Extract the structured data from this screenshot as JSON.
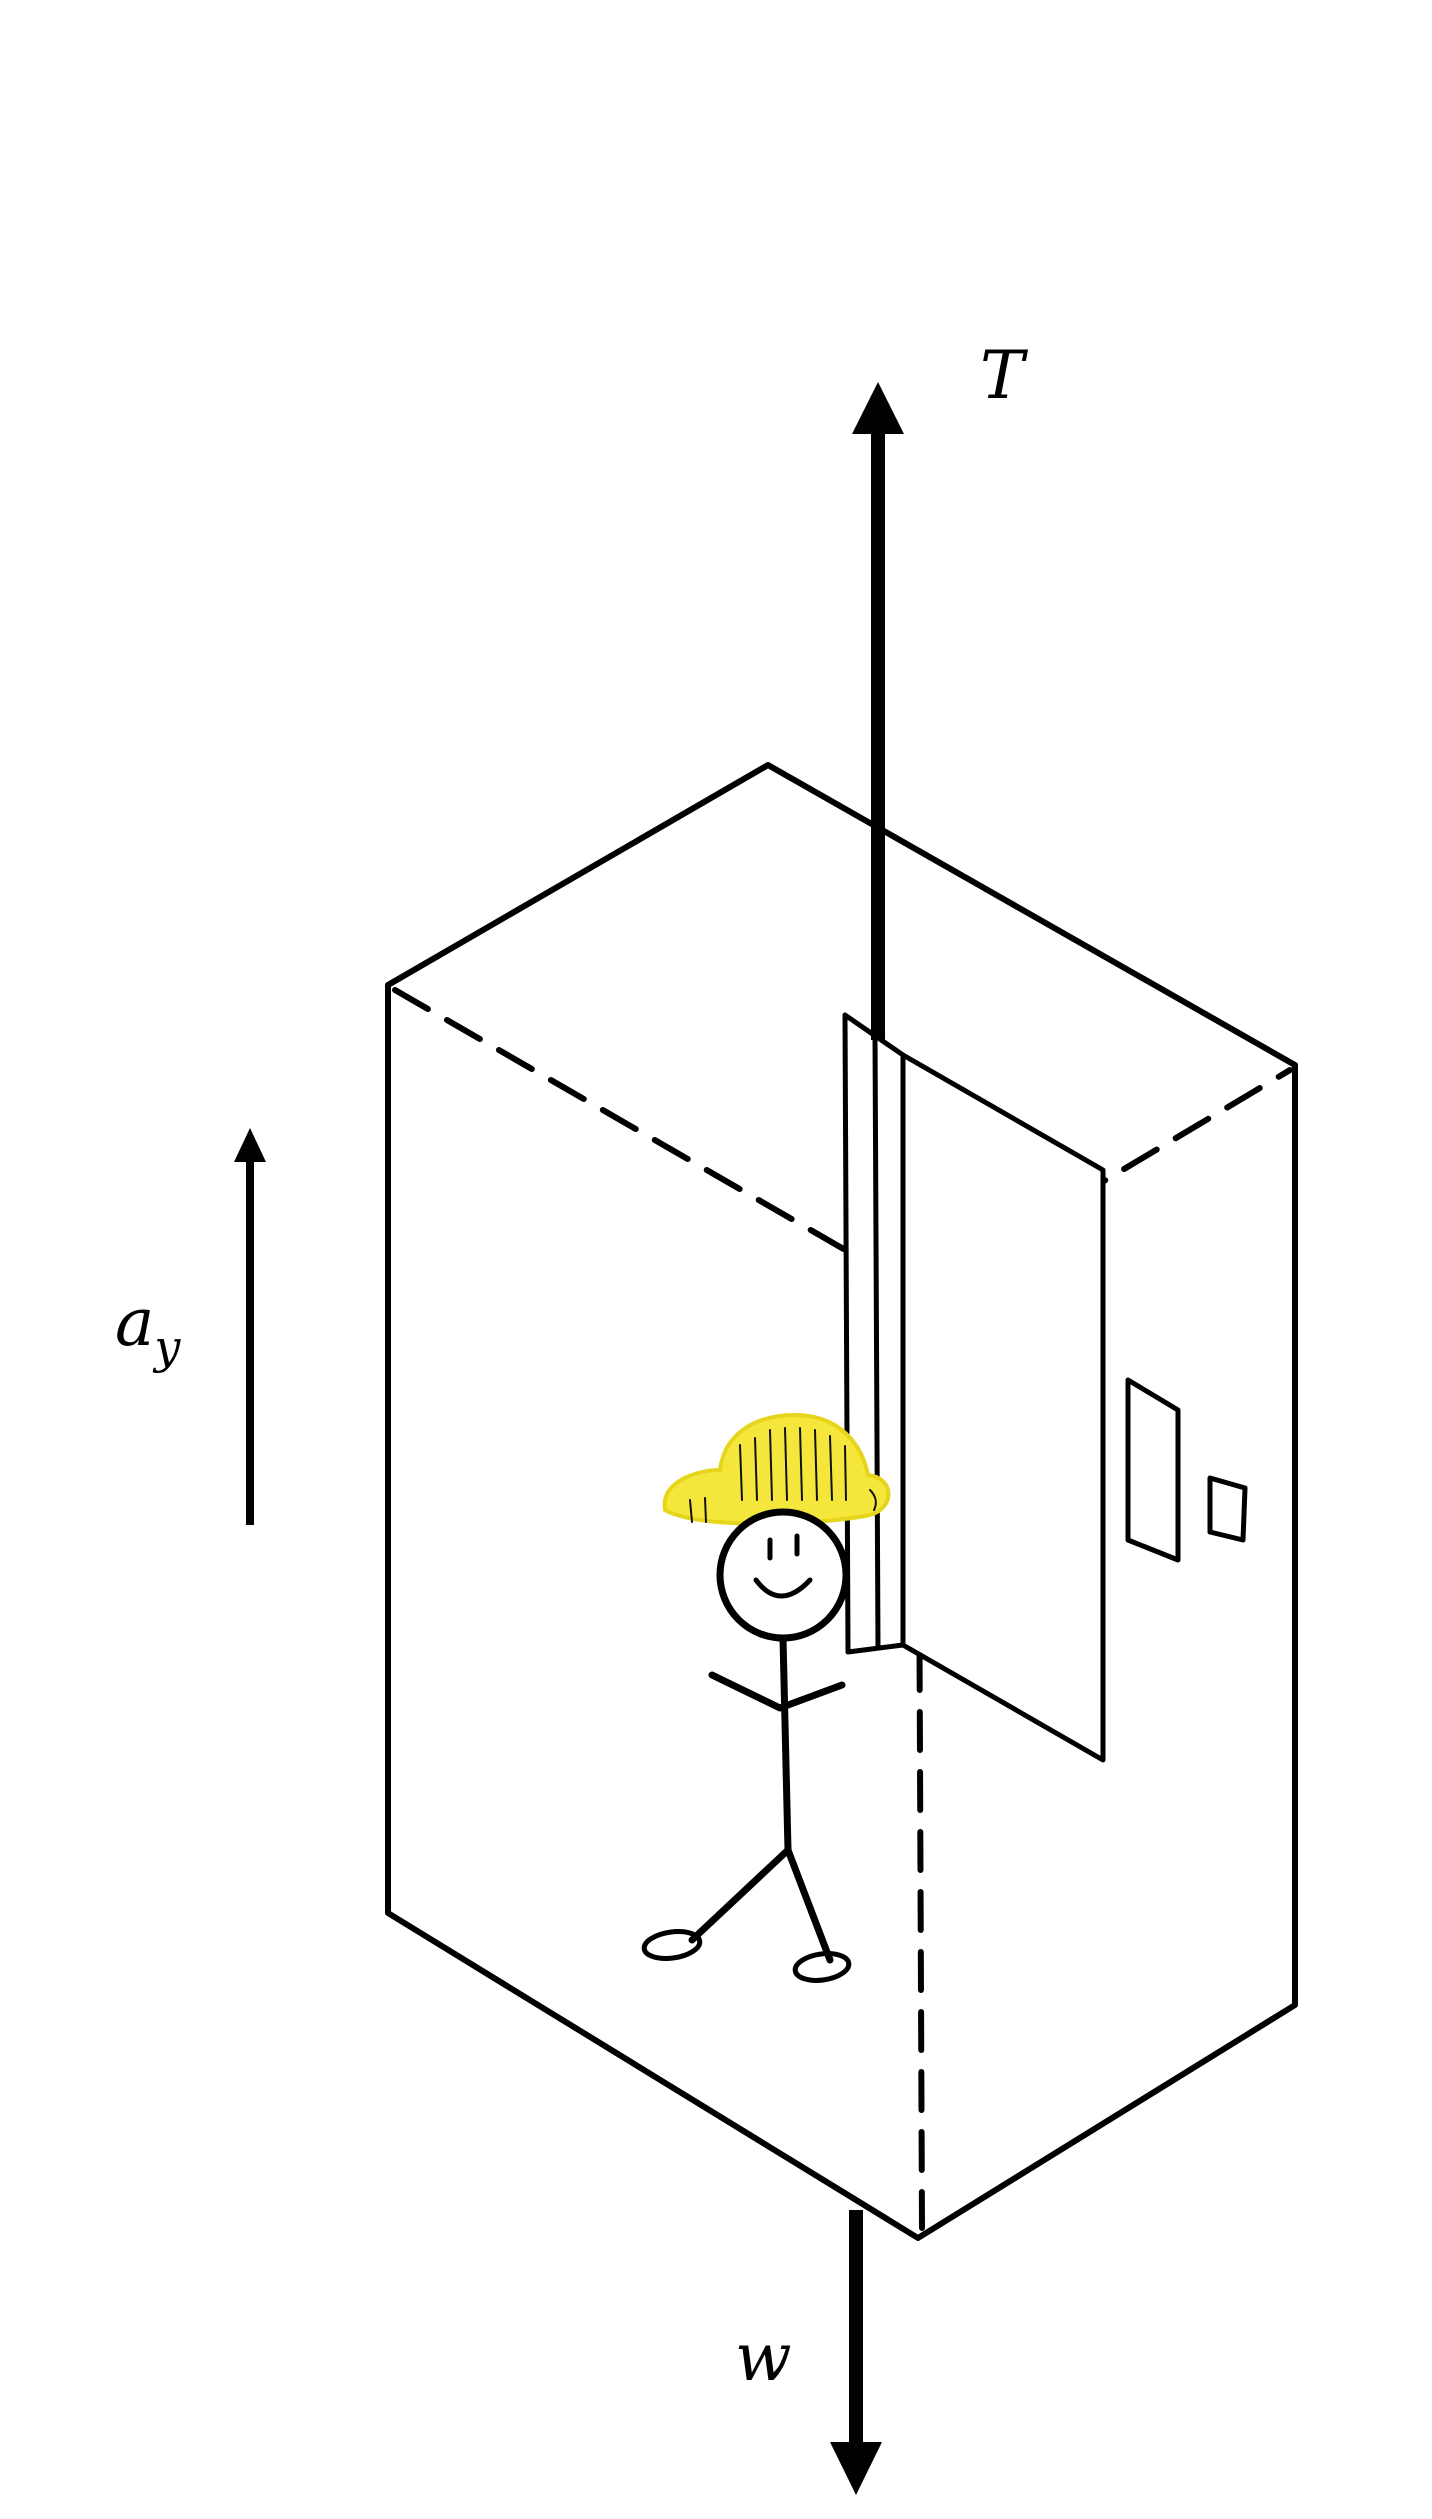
{
  "labels": {
    "tension": "T",
    "weight": "w",
    "acceleration": "a",
    "acceleration_subscript": "y"
  },
  "colors": {
    "line": "#000000",
    "background": "#ffffff",
    "hard_hat": "#f5e63c"
  },
  "icons": {
    "person": "stick-figure-with-hard-hat",
    "elevator": "elevator-car"
  }
}
